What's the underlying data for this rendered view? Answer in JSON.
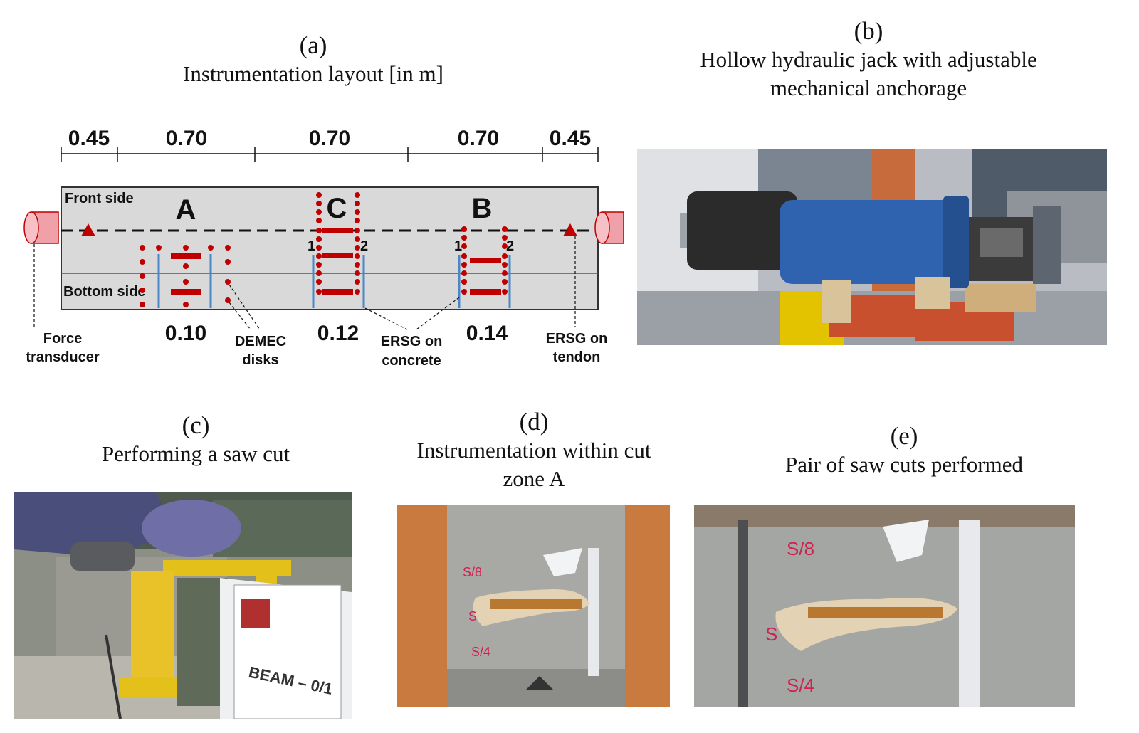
{
  "panels": {
    "a": {
      "tag": "(a)",
      "title": "Instrumentation layout [in m]"
    },
    "b": {
      "tag": "(b)",
      "title_line1": "Hollow hydraulic jack with adjustable",
      "title_line2": "mechanical anchorage"
    },
    "c": {
      "tag": "(c)",
      "title": "Performing a saw cut"
    },
    "d": {
      "tag": "(d)",
      "title_line1": "Instrumentation within cut",
      "title_line2": "zone A"
    },
    "e": {
      "tag": "(e)",
      "title": "Pair of saw cuts performed"
    }
  },
  "layout_diagram": {
    "spans": [
      "0.45",
      "0.70",
      "0.70",
      "0.70",
      "0.45"
    ],
    "front_side": "Front side",
    "bottom_side": "Bottom side",
    "zones": [
      "A",
      "C",
      "B"
    ],
    "zone_widths": [
      "0.10",
      "0.12",
      "0.14"
    ],
    "gauge_numbers": [
      "1",
      "2"
    ],
    "labels": {
      "force_transducer_1": "Force",
      "force_transducer_2": "transducer",
      "demec_1": "DEMEC",
      "demec_2": "disks",
      "ersg_concrete_1": "ERSG on",
      "ersg_concrete_2": "concrete",
      "ersg_tendon_1": "ERSG on",
      "ersg_tendon_2": "tendon"
    }
  },
  "photo_text": {
    "c_beam": "BEAM – 0/1",
    "d_mark1": "S/8",
    "d_mark2": "S",
    "d_mark3": "S/4",
    "e_mark1": "S/8",
    "e_mark2": "S",
    "e_mark3": "S/4"
  },
  "colors": {
    "marker_red": "#c00000",
    "gauge_blue": "#4a86c8",
    "beam_grey": "#d9d9d9",
    "cylinder_pink": "#f0a0a8"
  }
}
